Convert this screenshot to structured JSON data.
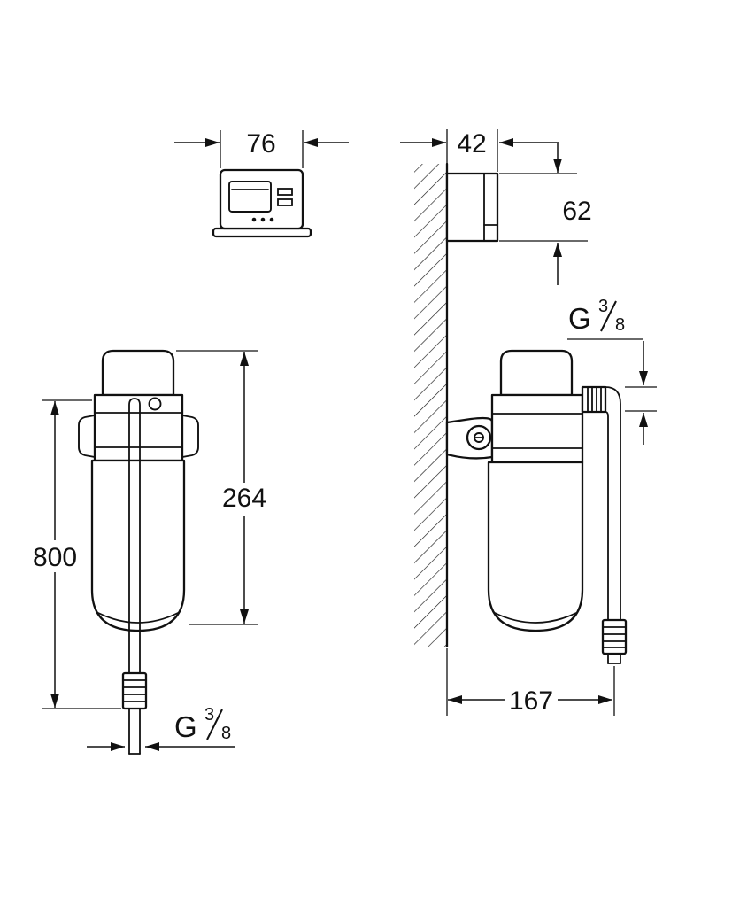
{
  "drawing": {
    "dimensions": {
      "control_unit_width": "76",
      "wall_unit_depth": "42",
      "wall_unit_height": "62",
      "filter_cartridge_height": "264",
      "hose_length": "800",
      "wall_to_hose_distance": "167"
    },
    "thread_label": {
      "text": "G 3/8",
      "g": "G",
      "numerator": "3",
      "slash": "/",
      "denominator": "8"
    }
  }
}
